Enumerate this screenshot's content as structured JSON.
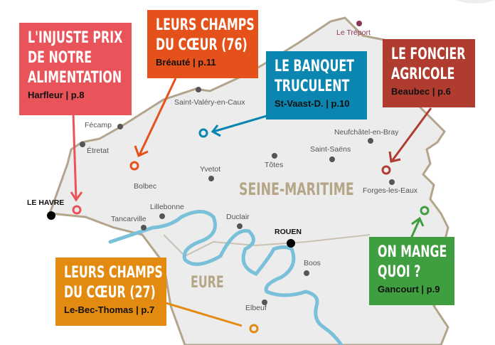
{
  "stories": [
    {
      "title_lines": [
        "L'injuste prix",
        "de notre",
        "alimentation"
      ],
      "place": "Harfleur",
      "page": "p.8",
      "color": "#e9545a"
    },
    {
      "title_lines": [
        "Leurs champs",
        "du cœur (76)"
      ],
      "place": "Bréauté",
      "page": "p.11",
      "color": "#e5511a"
    },
    {
      "title_lines": [
        "Le banquet",
        "truculent"
      ],
      "place": "St-Vaast-D.",
      "page": "p.10",
      "color": "#0a86b1"
    },
    {
      "title_lines": [
        "Le foncier",
        "agricole"
      ],
      "place": "Beaubec",
      "page": "p.6",
      "color": "#b03c30"
    },
    {
      "title_lines": [
        "On mange",
        "quoi ?"
      ],
      "place": "Gancourt",
      "page": "p.9",
      "color": "#3f9e3f"
    },
    {
      "title_lines": [
        "Leurs champs",
        "du cœur (27)"
      ],
      "place": "Le-Bec-Thomas",
      "page": "p.7",
      "color": "#e38a10"
    }
  ],
  "regions": {
    "seine_maritime": "SEINE-MARITIME",
    "eure": "EURE"
  },
  "cities": {
    "le_treport": "Le Tréport",
    "saint_valery": "Saint-Valéry-en-Caux",
    "fecamp": "Fécamp",
    "etretat": "Étretat",
    "yvetot": "Yvetot",
    "totes": "Tôtes",
    "saint_saens": "Saint-Saëns",
    "neufchatel": "Neufchâtel-en-Bray",
    "forges": "Forges-les-Eaux",
    "bolbec": "Bolbec",
    "lillebonne": "Lillebonne",
    "tancarville": "Tancarville",
    "duclair": "Duclair",
    "rouen": "ROUEN",
    "le_havre": "LE HAVRE",
    "boos": "Boos",
    "elbeuf": "Elbeuf"
  }
}
